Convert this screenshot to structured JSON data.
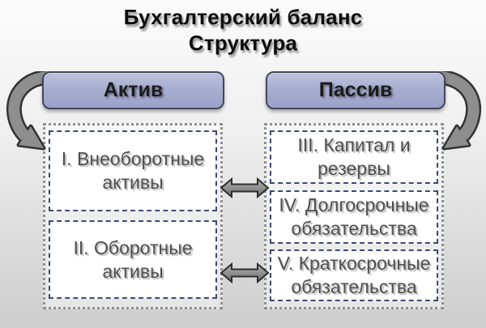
{
  "title": {
    "line1": "Бухгалтерский баланс",
    "line2": "Структура"
  },
  "headers": {
    "asset": "Актив",
    "liability": "Пассив"
  },
  "asset_section": {
    "items": [
      {
        "label": "I. Внеоборотные активы"
      },
      {
        "label": "II. Оборотные активы"
      }
    ]
  },
  "liability_section": {
    "items": [
      {
        "label": "III. Капитал и резервы"
      },
      {
        "label": "IV. Долгосрочные обязательства"
      },
      {
        "label": "V. Краткосрочные обязательства"
      }
    ]
  },
  "icons": {
    "curved_arrow_left": "curved-arrow-down-right",
    "curved_arrow_right": "curved-arrow-down-left",
    "double_arrow": "left-right-double-arrow"
  },
  "colors": {
    "header_fill": "#a8aed0",
    "header_border": "#42465e",
    "inner_box_border": "#3d4a73",
    "container_border": "#8f8f8f",
    "arrow_fill": "#8e8e8e",
    "arrow_outline": "#333333",
    "background_top": "#fbfbfb",
    "background_bottom": "#cdcdcd",
    "text_dark": "#0d0d0d",
    "text_gray": "#4e4e4e"
  }
}
